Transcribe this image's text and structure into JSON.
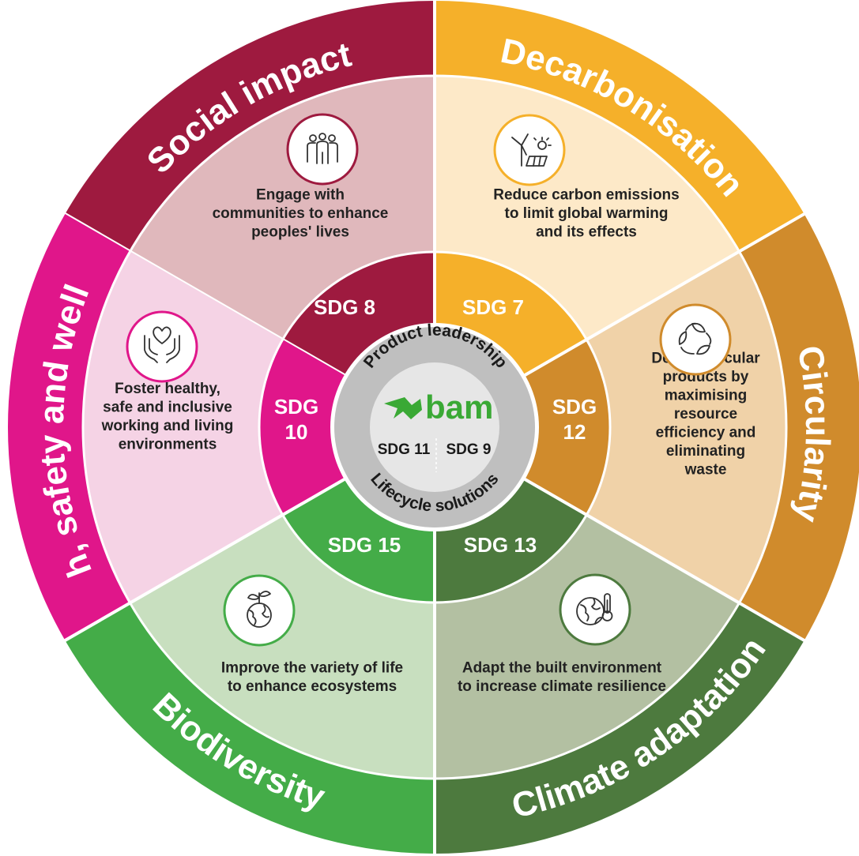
{
  "segments": [
    {
      "key": "social",
      "title": "Social impact",
      "description": [
        "Engage with",
        "communities to enhance",
        "peoples' lives"
      ],
      "sdg": [
        "SDG 8"
      ],
      "icon": "people-group-icon",
      "colors": {
        "outer": "#9e1a3f",
        "mid": "#e0b8bc",
        "inner": "#9e1a3f"
      }
    },
    {
      "key": "decarb",
      "title": "Decarbonisation",
      "description": [
        "Reduce carbon emissions",
        "to limit global warming",
        "and its effects"
      ],
      "sdg": [
        "SDG 7"
      ],
      "icon": "wind-solar-icon",
      "colors": {
        "outer": "#f5b02a",
        "mid": "#fde9c8",
        "inner": "#f5b02a"
      }
    },
    {
      "key": "circular",
      "title": "Circularity",
      "description": [
        "Deliver circular",
        "products by",
        "maximising",
        "resource",
        "efficiency and",
        "eliminating",
        "waste"
      ],
      "sdg": [
        "SDG",
        "12"
      ],
      "icon": "recycle-leaves-icon",
      "colors": {
        "outer": "#d08b2c",
        "mid": "#f0d2a8",
        "inner": "#d08b2c"
      }
    },
    {
      "key": "climate",
      "title": "Climate adaptation",
      "description": [
        "Adapt the built environment",
        "to increase climate resilience"
      ],
      "sdg": [
        "SDG 13"
      ],
      "icon": "globe-thermometer-icon",
      "colors": {
        "outer": "#4d7a3e",
        "mid": "#b3c0a2",
        "inner": "#4d7a3e"
      }
    },
    {
      "key": "biodiv",
      "title": "Biodiversity",
      "description": [
        "Improve the variety of life",
        "to enhance ecosystems"
      ],
      "sdg": [
        "SDG 15"
      ],
      "icon": "globe-sprout-icon",
      "colors": {
        "outer": "#44ac48",
        "mid": "#c8dfbf",
        "inner": "#44ac48"
      }
    },
    {
      "key": "health",
      "title": "Health, safety and wellbeing",
      "description": [
        "Foster healthy,",
        "safe and inclusive",
        "working and living",
        "environments"
      ],
      "sdg": [
        "SDG",
        "10"
      ],
      "icon": "heart-hands-icon",
      "colors": {
        "outer": "#e0168a",
        "mid": "#f5d3e5",
        "inner": "#e0168a"
      }
    }
  ],
  "hub": {
    "top_text": "Product leadership",
    "bottom_text": "Lifecycle solutions",
    "brand": "bam",
    "sdg_left": "SDG 11",
    "sdg_right": "SDG 9",
    "colors": {
      "ring": "#bfbfbf",
      "core": "#e6e6e6",
      "brand": "#3aa935"
    }
  }
}
